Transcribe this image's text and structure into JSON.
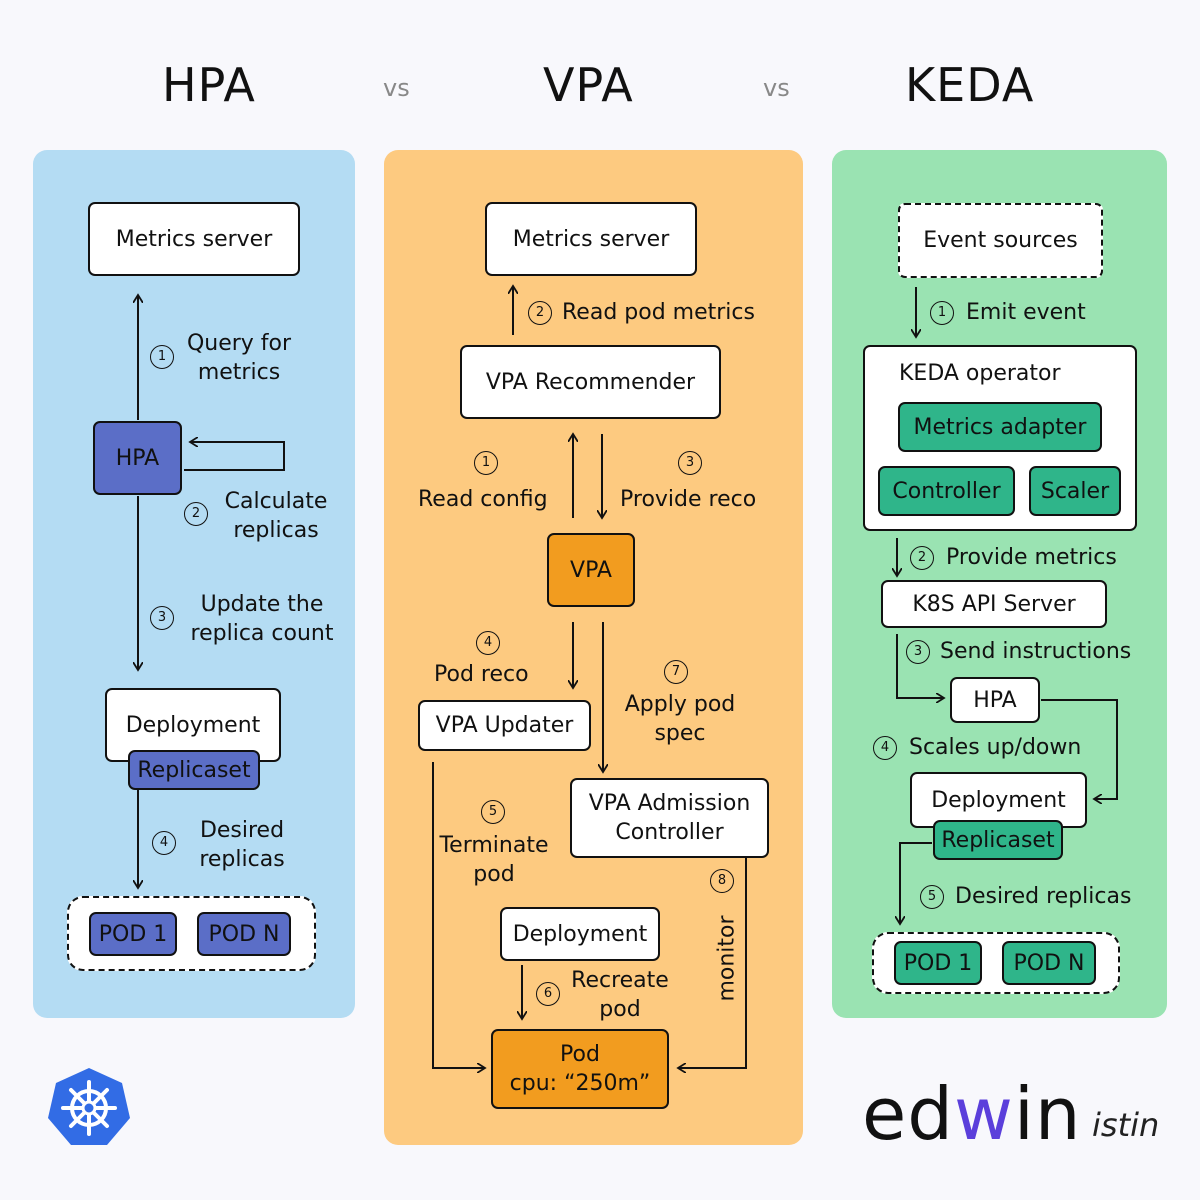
{
  "headings": {
    "hpa": "HPA",
    "vs1": "vs",
    "vpa": "VPA",
    "vs2": "vs",
    "keda": "KEDA"
  },
  "colors": {
    "hpa_panel": "#b4dcf3",
    "vpa_panel": "#fdca80",
    "keda_panel": "#9ae3b2",
    "hpa_accent": "#5b6ec7",
    "vpa_accent": "#f29c1f",
    "keda_accent": "#2fb58a"
  },
  "hpa": {
    "metrics_server": "Metrics server",
    "step1": {
      "num": "1",
      "line1": "Query for",
      "line2": "metrics"
    },
    "hpa_box": "HPA",
    "step2": {
      "num": "2",
      "line1": "Calculate",
      "line2": "replicas"
    },
    "step3": {
      "num": "3",
      "line1": "Update the",
      "line2": "replica count"
    },
    "deployment": "Deployment",
    "replicaset": "Replicaset",
    "step4": {
      "num": "4",
      "line1": "Desired",
      "line2": "replicas"
    },
    "pods": [
      "POD 1",
      "POD N"
    ]
  },
  "vpa": {
    "metrics_server": "Metrics server",
    "step2": {
      "num": "2",
      "text": "Read pod metrics"
    },
    "recommender": "VPA Recommender",
    "step1": {
      "num": "1",
      "text": "Read config"
    },
    "step3": {
      "num": "3",
      "text": "Provide reco"
    },
    "vpa_box": "VPA",
    "step4": {
      "num": "4",
      "text": "Pod reco"
    },
    "updater": "VPA Updater",
    "step7": {
      "num": "7",
      "line1": "Apply pod",
      "line2": "spec"
    },
    "admission": {
      "line1": "VPA Admission",
      "line2": "Controller"
    },
    "step5": {
      "num": "5",
      "line1": "Terminate",
      "line2": "pod"
    },
    "step8": {
      "num": "8",
      "text": "monitor"
    },
    "deployment": "Deployment",
    "step6": {
      "num": "6",
      "line1": "Recreate",
      "line2": "pod"
    },
    "pod": {
      "line1": "Pod",
      "line2": "cpu: “250m”"
    }
  },
  "keda": {
    "event_sources": "Event sources",
    "step1": {
      "num": "1",
      "text": "Emit event"
    },
    "operator": "KEDA operator",
    "metrics_adapter": "Metrics adapter",
    "controller": "Controller",
    "scaler": "Scaler",
    "step2": {
      "num": "2",
      "text": "Provide metrics"
    },
    "api_server": "K8S API Server",
    "step3": {
      "num": "3",
      "text": "Send instructions"
    },
    "hpa": "HPA",
    "step4": {
      "num": "4",
      "text": "Scales up/down"
    },
    "deployment": "Deployment",
    "replicaset": "Replicaset",
    "step5": {
      "num": "5",
      "text": "Desired replicas"
    },
    "pods": [
      "POD 1",
      "POD N"
    ]
  },
  "brand": {
    "pre": "ed",
    "w": "w",
    "post": "in",
    "sub": "istin",
    "logo_icon": "kubernetes-helm-icon"
  }
}
